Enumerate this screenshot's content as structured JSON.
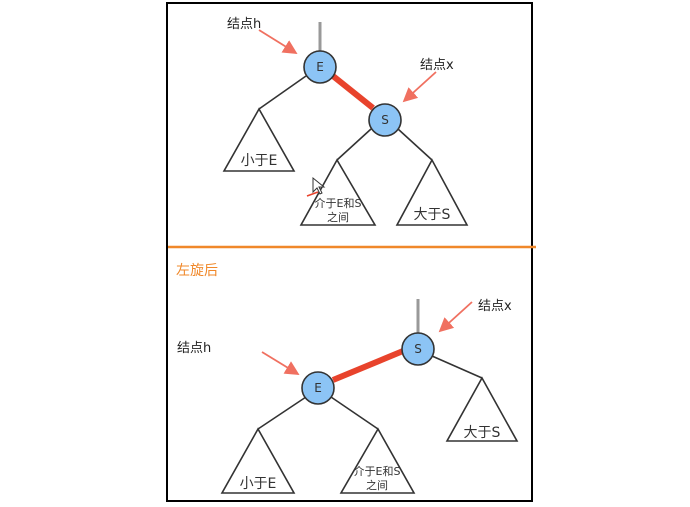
{
  "top": {
    "label_h": "结点h",
    "label_x": "结点x",
    "node_e": "E",
    "node_s": "S",
    "tri_less_e": "小于E",
    "tri_between_line1": "介于E和S",
    "tri_between_line2": "之间",
    "tri_greater_s": "大于S"
  },
  "divider_title": "左旋后",
  "bottom": {
    "label_h": "结点h",
    "label_x": "结点x",
    "node_e": "E",
    "node_s": "S",
    "tri_less_e": "小于E",
    "tri_between_line1": "介于E和S",
    "tri_between_line2": "之间",
    "tri_greater_s": "大于S"
  },
  "colors": {
    "node_fill": "#8cc4f5",
    "node_stroke": "#333333",
    "red_link": "#e8432c",
    "arrow": "#f07060",
    "divider": "#f0882a",
    "gray_link": "#999999"
  }
}
